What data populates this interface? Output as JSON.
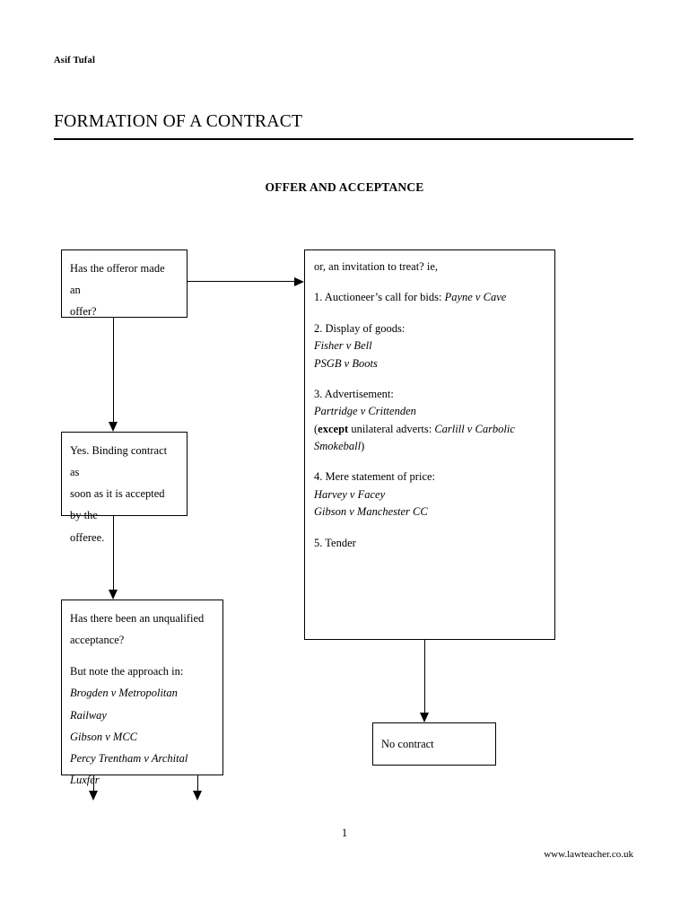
{
  "header": {
    "author": "Asif Tufal",
    "title": "FORMATION OF A CONTRACT",
    "subtitle": "OFFER AND ACCEPTANCE"
  },
  "flow": {
    "box_offer": {
      "line1": "Has the offeror made an",
      "line2": "offer?"
    },
    "box_binding": {
      "line1": "Yes.  Binding contract as",
      "line2": "soon as it is accepted by the",
      "line3": "offeree."
    },
    "box_unqualified": {
      "line1": "Has there been an unqualified",
      "line2": "acceptance?",
      "note_intro": "But note the approach in:",
      "cases": [
        "Brogden v Metropolitan Railway",
        "Gibson v MCC",
        "Percy Trentham v Archital Luxfer"
      ]
    },
    "box_treat": {
      "intro": "or, an invitation to treat? ie,",
      "item1_label": "1. Auctioneer’s call for bids: ",
      "item1_case": "Payne v Cave",
      "item2_label": "2. Display of goods:",
      "item2_cases": [
        "Fisher v Bell",
        "PSGB v Boots"
      ],
      "item3_label": "3. Advertisement:",
      "item3_case": "Partridge v Crittenden",
      "item3_except_open": "(",
      "item3_except_bold": "except",
      "item3_except_text": " unilateral adverts: ",
      "item3_except_case": "Carlill v Carbolic Smokeball",
      "item3_except_close": ")",
      "item4_label": "4. Mere statement of price:",
      "item4_cases": [
        "Harvey v Facey",
        "Gibson v Manchester CC"
      ],
      "item5_label": "5. Tender"
    },
    "box_nocontract": {
      "label": "No contract"
    }
  },
  "footer": {
    "page_number": "1",
    "url": "www.lawteacher.co.uk"
  },
  "colors": {
    "ink": "#000000",
    "paper": "#ffffff"
  }
}
